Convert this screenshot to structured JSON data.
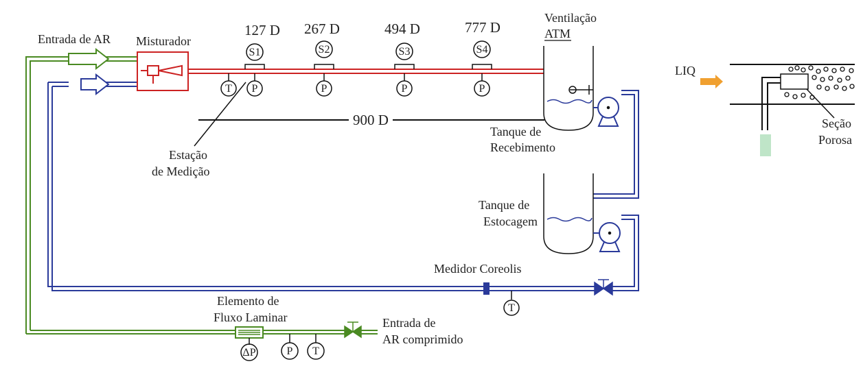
{
  "labels": {
    "air_inlet": "Entrada de AR",
    "mixer": "Misturador",
    "station_1_dist": "127 D",
    "station_2_dist": "267 D",
    "station_3_dist": "494 D",
    "station_4_dist": "777 D",
    "station_1": "S1",
    "station_2": "S2",
    "station_3": "S3",
    "station_4": "S4",
    "vent_line1": "Ventilação",
    "vent_line2": "ATM",
    "total_length": "900 D",
    "measure_station_line1": "Estação",
    "measure_station_line2": "de Medição",
    "receiving_tank_line1": "Tanque de",
    "receiving_tank_line2": "Recebimento",
    "storage_tank_line1": "Tanque de",
    "storage_tank_line2": "Estocagem",
    "coriolis_meter": "Medidor Coreolis",
    "laminar_line1": "Elemento de",
    "laminar_line2": "Fluxo Laminar",
    "compressed_line1": "Entrada de",
    "compressed_line2": "AR comprimido",
    "liq": "LIQ",
    "porous_line1": "Seção",
    "porous_line2": "Porosa",
    "pressure": "P",
    "temperature": "T",
    "delta_p": "ΔP"
  },
  "colors": {
    "air_line": "#4a8a22",
    "liquid_line": "#2a3a9a",
    "mixture_line": "#cc2222",
    "liq_arrow": "#f0a030",
    "black": "#111111"
  }
}
